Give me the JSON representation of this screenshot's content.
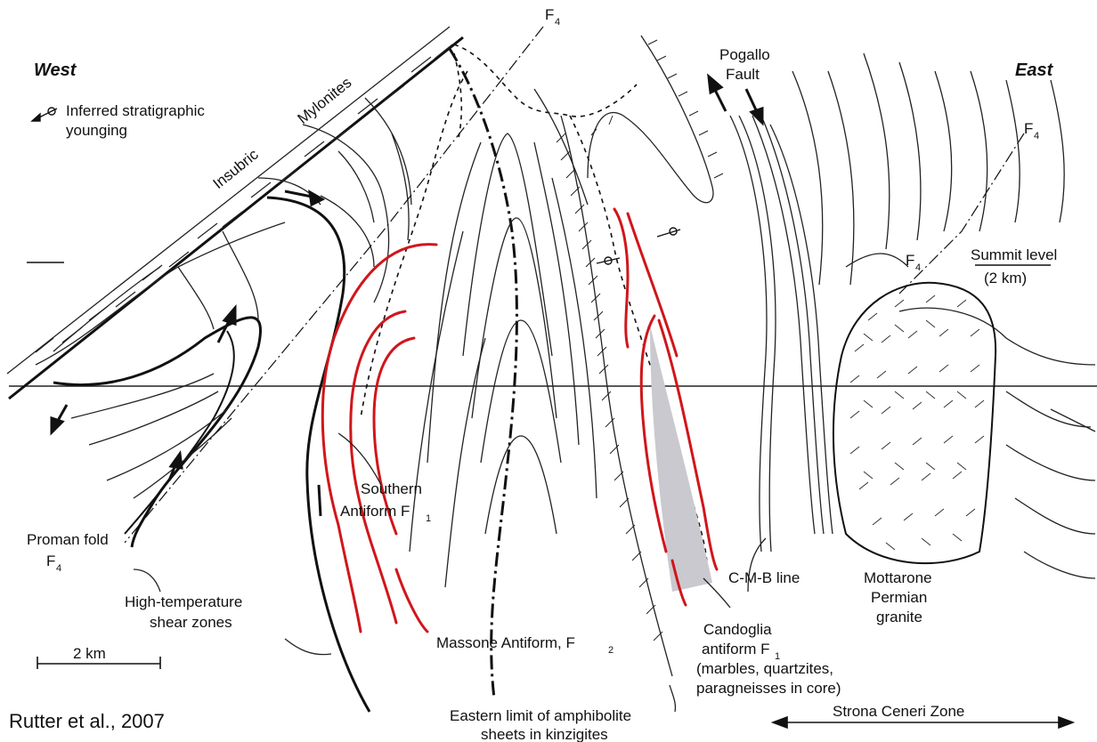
{
  "citation": "Rutter et al., 2007",
  "labels": {
    "west": "West",
    "east": "East",
    "f4_top": "F",
    "f4_top_sub": "4",
    "f4_right": "F",
    "f4_right_sub": "4",
    "f4_mid": "F",
    "f4_mid_sub": "4",
    "legend_younging_1": "Inferred stratigraphic",
    "legend_younging_2": "younging",
    "insubric": "Insubric",
    "mylonites": "Mylonites",
    "pogallo_1": "Pogallo",
    "pogallo_2": "Fault",
    "summit_1": "Summit level",
    "summit_2": "(2 km)",
    "southern_1": "Southern",
    "southern_2": "Antiform F",
    "southern_sub": "1",
    "proman_1": "Proman fold",
    "proman_2": "F",
    "proman_sub": "4",
    "hts_1": "High-temperature",
    "hts_2": "shear zones",
    "scale": "2 km",
    "massone": "Massone Antiform, F",
    "massone_sub": "2",
    "eastern_1": "Eastern limit of amphibolite",
    "eastern_2": "sheets in kinzigites",
    "cmb": "C-M-B line",
    "mottarone_1": "Mottarone",
    "mottarone_2": "Permian",
    "mottarone_3": "granite",
    "candoglia_1": "Candoglia",
    "candoglia_2": "antiform F",
    "candoglia_sub": "1",
    "candoglia_3": "(marbles, quartzites,",
    "candoglia_4": "paragneisses in core)",
    "strona": "Strona Ceneri Zone"
  },
  "colors": {
    "fold_trace": "#d0161b",
    "core_fill": "#c9c9cf",
    "line": "#111111"
  }
}
